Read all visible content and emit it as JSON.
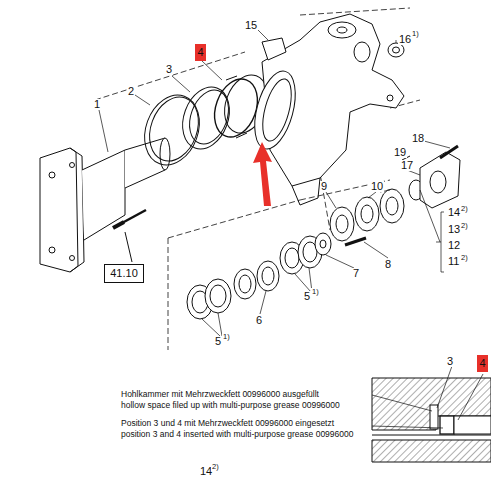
{
  "diagram": {
    "nodes": [
      {
        "text": [
          "4"
        ]
      },
      {
        "text": [
          "41.10"
        ]
      },
      {
        "text": [
          "4"
        ]
      }
    ],
    "labels": [
      "15",
      "16",
      "1)",
      "3",
      "2",
      "1",
      "18",
      "19",
      "17",
      "10",
      "9",
      "14",
      "2)",
      "13",
      "2)",
      "12",
      "11",
      "2)",
      "8",
      "7",
      "5",
      "1)",
      "6",
      "5",
      "1)",
      "Hohlkammer mit Mehrzweckfett 00996000 ausgefüllt",
      "hollow space filed up with multi-purpose grease 00996000",
      "Position 3 und 4 mit Mehrzweckfett 00996000 eingesetzt",
      "position 3 and 4 inserted with multi-purpose grease 00996000",
      "3",
      "14",
      "2)"
    ]
  }
}
